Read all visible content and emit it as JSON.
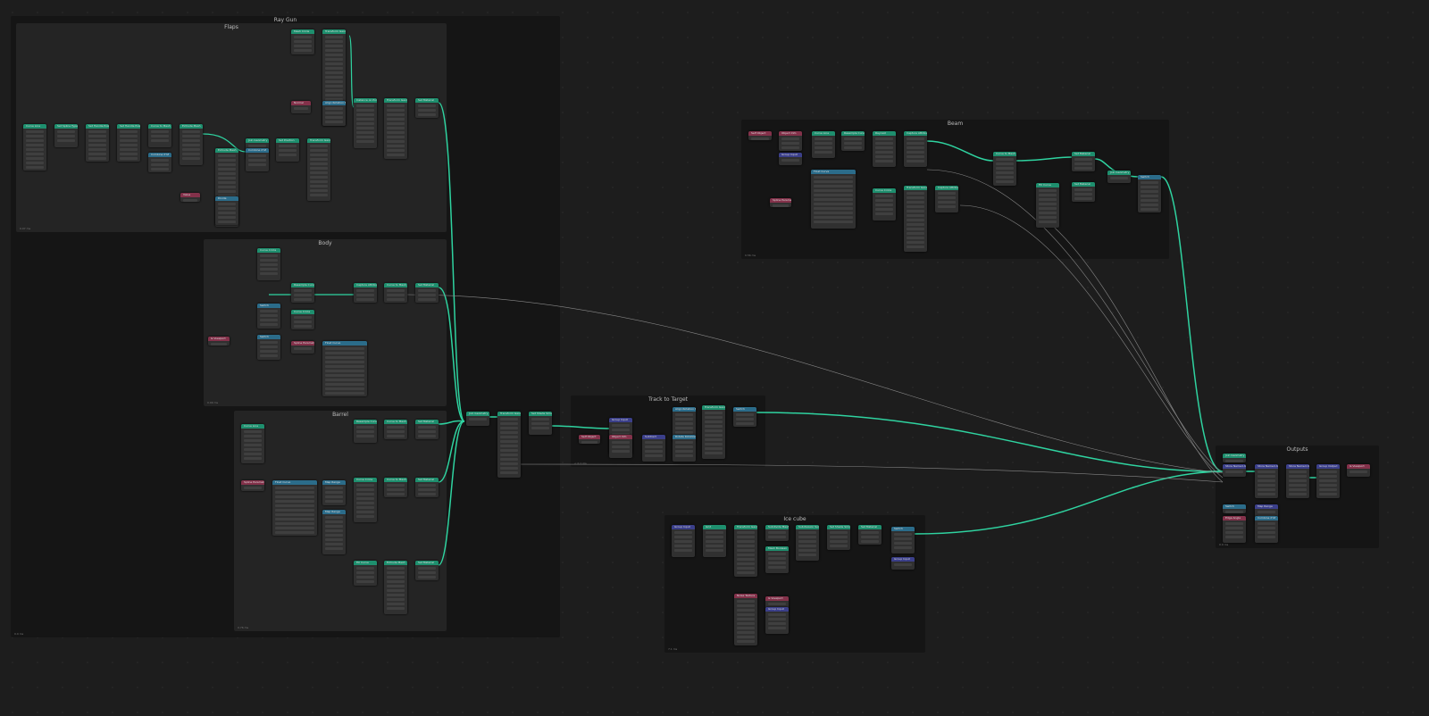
{
  "frames": {
    "ray_gun": {
      "title": "Ray Gun",
      "footer": "0.9 ms"
    },
    "flaps": {
      "title": "Flaps",
      "footer": "0.07 ms"
    },
    "body": {
      "title": "Body",
      "footer": "0.09 ms"
    },
    "barrel": {
      "title": "Barrel",
      "footer": "0.76 ms"
    },
    "track": {
      "title": "Track to Target",
      "footer": "< 0.1 ms"
    },
    "beam": {
      "title": "Beam",
      "footer": "0.56 ms"
    },
    "ice": {
      "title": "Ice cube",
      "footer": "7.1 ms"
    },
    "outputs": {
      "title": "Outputs",
      "footer": "0.9 ms"
    }
  },
  "colors": {
    "geometry": "#1e8f6e",
    "input": "#83314a",
    "vector": "#2b6c8a",
    "converter": "#3b3f8a",
    "link": "#2fd3a0"
  },
  "nodes": [
    {
      "title": "Curve Line",
      "kind": "geometry"
    },
    {
      "title": "Set Spline Type",
      "kind": "geometry"
    },
    {
      "title": "Set Handle Positions",
      "kind": "geometry"
    },
    {
      "title": "Set Handle Positions",
      "kind": "geometry"
    },
    {
      "title": "Curve to Mesh",
      "kind": "geometry"
    },
    {
      "title": "Extrude Mesh",
      "kind": "geometry"
    },
    {
      "title": "Combine XYZ",
      "kind": "vector"
    },
    {
      "title": "Extrude Mesh",
      "kind": "geometry"
    },
    {
      "title": "Value",
      "kind": "input"
    },
    {
      "title": "Divide",
      "kind": "vector"
    },
    {
      "title": "Join Geometry",
      "kind": "geometry"
    },
    {
      "title": "Combine XYZ",
      "kind": "vector"
    },
    {
      "title": "Set Position",
      "kind": "geometry"
    },
    {
      "title": "Transform Geometry",
      "kind": "geometry"
    },
    {
      "title": "Mesh Circle",
      "kind": "geometry"
    },
    {
      "title": "Transform Geometry",
      "kind": "geometry"
    },
    {
      "title": "Normal",
      "kind": "input"
    },
    {
      "title": "Align Rotation to Vector",
      "kind": "vector"
    },
    {
      "title": "Instance on Points",
      "kind": "geometry"
    },
    {
      "title": "Transform Geometry",
      "kind": "geometry"
    },
    {
      "title": "Set Material",
      "kind": "geometry"
    },
    {
      "title": "Curve Circle",
      "kind": "geometry"
    },
    {
      "title": "Resample Curve",
      "kind": "geometry"
    },
    {
      "title": "Capture Attribute",
      "kind": "geometry"
    },
    {
      "title": "Curve to Mesh",
      "kind": "geometry"
    },
    {
      "title": "Set Material",
      "kind": "geometry"
    },
    {
      "title": "Is Viewport",
      "kind": "input"
    },
    {
      "title": "Switch",
      "kind": "vector"
    },
    {
      "title": "Switch",
      "kind": "vector"
    },
    {
      "title": "Curve Circle",
      "kind": "geometry"
    },
    {
      "title": "Spline Parameter",
      "kind": "input"
    },
    {
      "title": "Float Curve",
      "kind": "vector"
    },
    {
      "title": "Curve Line",
      "kind": "geometry"
    },
    {
      "title": "Spline Parameter",
      "kind": "input"
    },
    {
      "title": "Float Curve",
      "kind": "vector"
    },
    {
      "title": "Map Range",
      "kind": "vector"
    },
    {
      "title": "Map Range",
      "kind": "vector"
    },
    {
      "title": "Resample Curve",
      "kind": "geometry"
    },
    {
      "title": "Curve to Mesh",
      "kind": "geometry"
    },
    {
      "title": "Set Material",
      "kind": "geometry"
    },
    {
      "title": "Curve Circle",
      "kind": "geometry"
    },
    {
      "title": "Curve to Mesh",
      "kind": "geometry"
    },
    {
      "title": "Set Material",
      "kind": "geometry"
    },
    {
      "title": "Fill Curve",
      "kind": "geometry"
    },
    {
      "title": "Extrude Mesh",
      "kind": "geometry"
    },
    {
      "title": "Set Material",
      "kind": "geometry"
    },
    {
      "title": "Join Geometry",
      "kind": "geometry"
    },
    {
      "title": "Transform Geometry",
      "kind": "geometry"
    },
    {
      "title": "Set Shade Smooth",
      "kind": "geometry"
    },
    {
      "title": "Group Input",
      "kind": "converter"
    },
    {
      "title": "Self Object",
      "kind": "input"
    },
    {
      "title": "Object Info",
      "kind": "input"
    },
    {
      "title": "Subtract",
      "kind": "converter"
    },
    {
      "title": "Align Rotation to Vector",
      "kind": "vector"
    },
    {
      "title": "Rotate Rotation",
      "kind": "vector"
    },
    {
      "title": "Transform Geometry",
      "kind": "geometry"
    },
    {
      "title": "Switch",
      "kind": "vector"
    },
    {
      "title": "Self Object",
      "kind": "input"
    },
    {
      "title": "Object Info",
      "kind": "input"
    },
    {
      "title": "Group Input",
      "kind": "converter"
    },
    {
      "title": "Curve Line",
      "kind": "geometry"
    },
    {
      "title": "Resample Curve",
      "kind": "geometry"
    },
    {
      "title": "Raycast",
      "kind": "geometry"
    },
    {
      "title": "Capture Attribute",
      "kind": "geometry"
    },
    {
      "title": "Float Curve",
      "kind": "vector"
    },
    {
      "title": "Spline Parameter",
      "kind": "input"
    },
    {
      "title": "Curve Circle",
      "kind": "geometry"
    },
    {
      "title": "Transform Geometry",
      "kind": "geometry"
    },
    {
      "title": "Capture Attribute",
      "kind": "geometry"
    },
    {
      "title": "Curve to Mesh",
      "kind": "geometry"
    },
    {
      "title": "Fill Curve",
      "kind": "geometry"
    },
    {
      "title": "Set Material",
      "kind": "geometry"
    },
    {
      "title": "Set Material",
      "kind": "geometry"
    },
    {
      "title": "Join Geometry",
      "kind": "geometry"
    },
    {
      "title": "Switch",
      "kind": "vector"
    },
    {
      "title": "Group Input",
      "kind": "converter"
    },
    {
      "title": "Grid",
      "kind": "geometry"
    },
    {
      "title": "Transform Geometry",
      "kind": "geometry"
    },
    {
      "title": "Subdivide Mesh",
      "kind": "geometry"
    },
    {
      "title": "Mesh Boolean",
      "kind": "geometry"
    },
    {
      "title": "Subdivision Surface",
      "kind": "geometry"
    },
    {
      "title": "Set Shade Smooth",
      "kind": "geometry"
    },
    {
      "title": "Set Material",
      "kind": "geometry"
    },
    {
      "title": "Switch",
      "kind": "vector"
    },
    {
      "title": "Noise Texture",
      "kind": "input"
    },
    {
      "title": "Is Viewport",
      "kind": "input"
    },
    {
      "title": "Group Input",
      "kind": "converter"
    },
    {
      "title": "Group Input",
      "kind": "converter"
    },
    {
      "title": "Join Geometry",
      "kind": "geometry"
    },
    {
      "title": "Store Named Attribute",
      "kind": "converter"
    },
    {
      "title": "Store Named Attribute",
      "kind": "converter"
    },
    {
      "title": "Store Named Attribute",
      "kind": "converter"
    },
    {
      "title": "Group Output",
      "kind": "converter"
    },
    {
      "title": "Is Viewport",
      "kind": "input"
    },
    {
      "title": "Switch",
      "kind": "vector"
    },
    {
      "title": "Edge Angle",
      "kind": "input"
    },
    {
      "title": "Map Range",
      "kind": "converter"
    },
    {
      "title": "Combine XYZ",
      "kind": "vector"
    }
  ]
}
